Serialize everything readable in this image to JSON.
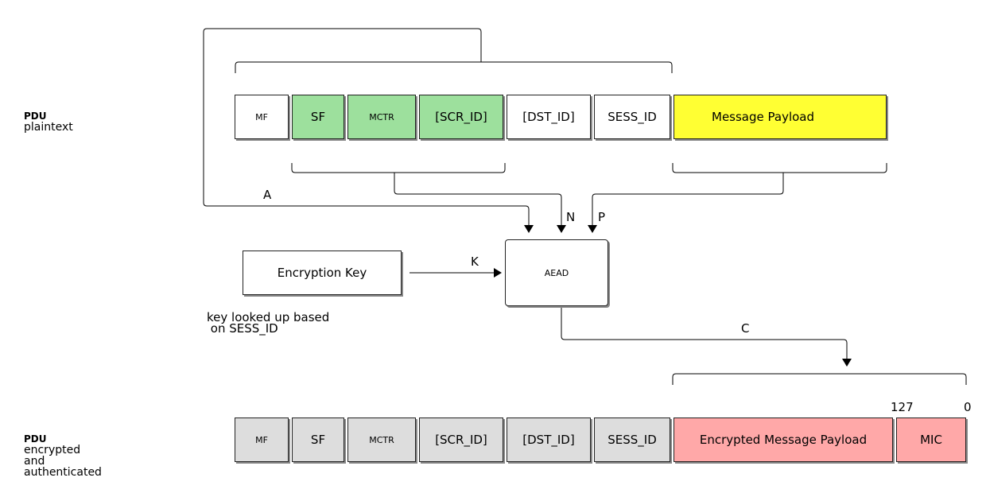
{
  "left_labels": {
    "plaintext": {
      "line1": "PDU",
      "line2": "plaintext"
    },
    "encrypted": {
      "line1": "PDU",
      "line2": "encrypted",
      "line3": "and",
      "line4": "authenticated"
    }
  },
  "plaintext_fields": [
    "MF",
    "SF",
    "MCTR",
    "[SCR_ID]",
    "[DST_ID]",
    "SESS_ID",
    "Message Payload"
  ],
  "encrypted_fields": [
    "MF",
    "SF",
    "MCTR",
    "[SCR_ID]",
    "[DST_ID]",
    "SESS_ID",
    "Encrypted Message Payload",
    "MIC"
  ],
  "encryption_key": "Encryption Key",
  "aead": "AEAD",
  "key_note": {
    "line1": "key looked up based",
    "line2": " on SESS_ID"
  },
  "edge_labels": {
    "a": "A",
    "n": "N",
    "p": "P",
    "k": "K",
    "c": "C"
  },
  "mic_bits": {
    "high": "127",
    "low": "0"
  },
  "colors": {
    "header_green": "#9de09d",
    "payload_yellow": "#ffff33",
    "encrypted_grey": "#dddddd",
    "encrypted_pink": "#ffa8a8"
  }
}
